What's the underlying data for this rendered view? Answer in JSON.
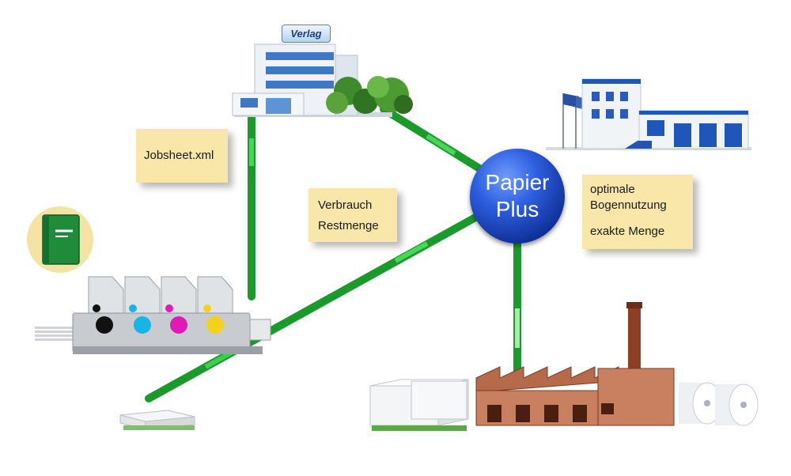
{
  "verlag_label": "Verlag",
  "hub": {
    "line1": "Papier",
    "line2": "Plus"
  },
  "notes": {
    "jobsheet": "Jobsheet.xml",
    "consumption_line1": "Verbrauch",
    "consumption_line2": "Restmenge",
    "benefits_line1": "optimale",
    "benefits_line2": "Bogennutzung",
    "benefits_line3": "exakte Menge"
  },
  "colors": {
    "connection": "#1a9a2a",
    "hub": "#2e5fe0",
    "note": "#f8e7a9"
  },
  "icons": [
    "publisher-building-icon",
    "paper-company-building-icon",
    "book-icon",
    "printing-press-icon",
    "paper-pallet-icon",
    "paper-mill-factory-icon",
    "paper-roll-icon"
  ]
}
